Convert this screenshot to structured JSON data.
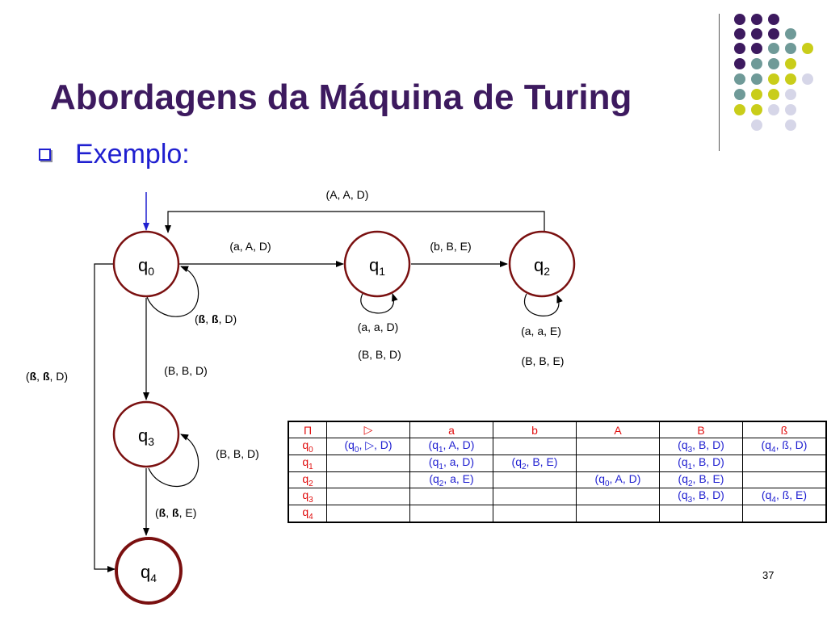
{
  "slide": {
    "title": "Abordagens da Máquina de Turing",
    "bullet": "Exemplo:",
    "page_number": "37"
  },
  "colors": {
    "title": "#3d1a5f",
    "bullet": "#1f1fd0",
    "state_stroke": "#7a1010",
    "table_header": "#e01010",
    "table_cell": "#1f1fd0",
    "dot_purple": "#3d1a5f",
    "dot_teal": "#6f9a98",
    "dot_yellow": "#c9cd1a",
    "dot_lavender": "#d6d6e8"
  },
  "diagram": {
    "states": {
      "q0": {
        "name": "q",
        "sub": "0"
      },
      "q1": {
        "name": "q",
        "sub": "1"
      },
      "q2": {
        "name": "q",
        "sub": "2"
      },
      "q3": {
        "name": "q",
        "sub": "3"
      },
      "q4": {
        "name": "q",
        "sub": "4"
      }
    },
    "labels": {
      "q2_q0": "(A, A, D)",
      "q0_q1": "(a, A, D)",
      "q1_q2": "(b, B, E)",
      "q0_loop_pre": "(",
      "q0_loop_s1": "ß",
      "q0_loop_mid": ", ",
      "q0_loop_s2": "ß",
      "q0_loop_post": ", D)",
      "q1_loop_1": "(a, a, D)",
      "q1_loop_2": "(B, B, D)",
      "q2_loop_1": "(a, a, E)",
      "q2_loop_2": "(B, B, E)",
      "q0_q3": "(B, B, D)",
      "q0_q4_pre": "(",
      "q0_q4_s1": "ß",
      "q0_q4_mid": ", ",
      "q0_q4_s2": "ß",
      "q0_q4_post": ", D)",
      "q3_loop": "(B, B, D)",
      "q3_q4_pre": "(",
      "q3_q4_s1": "ß",
      "q3_q4_mid": ", ",
      "q3_q4_s2": "ß",
      "q3_q4_post": ", E)"
    }
  },
  "table": {
    "corner": "Π",
    "headers": [
      "▷",
      "a",
      "b",
      "A",
      "B",
      "ß"
    ],
    "rows": [
      {
        "q": "q",
        "sub": "0",
        "cells": [
          {
            "pre": "(q",
            "sub": "0",
            "post": ", ▷, D)"
          },
          {
            "pre": "(q",
            "sub": "1",
            "post": ", A, D)"
          },
          {
            "pre": "",
            "sub": "",
            "post": ""
          },
          {
            "pre": "",
            "sub": "",
            "post": ""
          },
          {
            "pre": "(q",
            "sub": "3",
            "post": ", B, D)"
          },
          {
            "pre": "(q",
            "sub": "4",
            "post": ", ß, D)"
          }
        ]
      },
      {
        "q": "q",
        "sub": "1",
        "cells": [
          {
            "pre": "",
            "sub": "",
            "post": ""
          },
          {
            "pre": "(q",
            "sub": "1",
            "post": ", a, D)"
          },
          {
            "pre": "(q",
            "sub": "2",
            "post": ", B, E)"
          },
          {
            "pre": "",
            "sub": "",
            "post": ""
          },
          {
            "pre": "(q",
            "sub": "1",
            "post": ", B, D)"
          },
          {
            "pre": "",
            "sub": "",
            "post": ""
          }
        ]
      },
      {
        "q": "q",
        "sub": "2",
        "cells": [
          {
            "pre": "",
            "sub": "",
            "post": ""
          },
          {
            "pre": "(q",
            "sub": "2",
            "post": ", a, E)"
          },
          {
            "pre": "",
            "sub": "",
            "post": ""
          },
          {
            "pre": "(q",
            "sub": "0",
            "post": ", A, D)"
          },
          {
            "pre": "(q",
            "sub": "2",
            "post": ", B, E)"
          },
          {
            "pre": "",
            "sub": "",
            "post": ""
          }
        ]
      },
      {
        "q": "q",
        "sub": "3",
        "cells": [
          {
            "pre": "",
            "sub": "",
            "post": ""
          },
          {
            "pre": "",
            "sub": "",
            "post": ""
          },
          {
            "pre": "",
            "sub": "",
            "post": ""
          },
          {
            "pre": "",
            "sub": "",
            "post": ""
          },
          {
            "pre": "(q",
            "sub": "3",
            "post": ", B, D)"
          },
          {
            "pre": "(q",
            "sub": "4",
            "post": ", ß, E)"
          }
        ]
      },
      {
        "q": "q",
        "sub": "4",
        "cells": [
          {
            "pre": "",
            "sub": "",
            "post": ""
          },
          {
            "pre": "",
            "sub": "",
            "post": ""
          },
          {
            "pre": "",
            "sub": "",
            "post": ""
          },
          {
            "pre": "",
            "sub": "",
            "post": ""
          },
          {
            "pre": "",
            "sub": "",
            "post": ""
          },
          {
            "pre": "",
            "sub": "",
            "post": ""
          }
        ]
      }
    ]
  }
}
